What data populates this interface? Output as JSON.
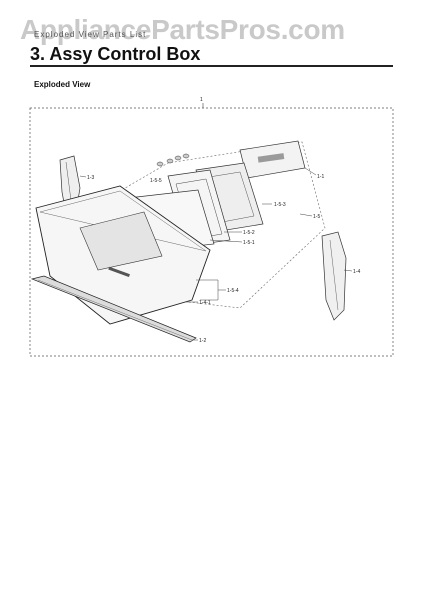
{
  "watermark": "AppliancePartsPros.com",
  "header": {
    "section_tag": "Exploded View Parts List",
    "title": "3.  Assy Control Box",
    "subhead": "Exploded View"
  },
  "diagram": {
    "callouts": [
      {
        "id": "c-main",
        "label": "1"
      },
      {
        "id": "c-1-1",
        "label": "1-1"
      },
      {
        "id": "c-1-5-5",
        "label": "1-5-5"
      },
      {
        "id": "c-1-5-3",
        "label": "1-5-3"
      },
      {
        "id": "c-1-3",
        "label": "1-3"
      },
      {
        "id": "c-1-5",
        "label": "1-5"
      },
      {
        "id": "c-1-5-2",
        "label": "1-5-2"
      },
      {
        "id": "c-1-5-1",
        "label": "1-5-1"
      },
      {
        "id": "c-1-4",
        "label": "1-4"
      },
      {
        "id": "c-1-5-4",
        "label": "1-5-4"
      },
      {
        "id": "c-1-4-1",
        "label": "1-4-1"
      },
      {
        "id": "c-1-2",
        "label": "1-2"
      }
    ]
  }
}
